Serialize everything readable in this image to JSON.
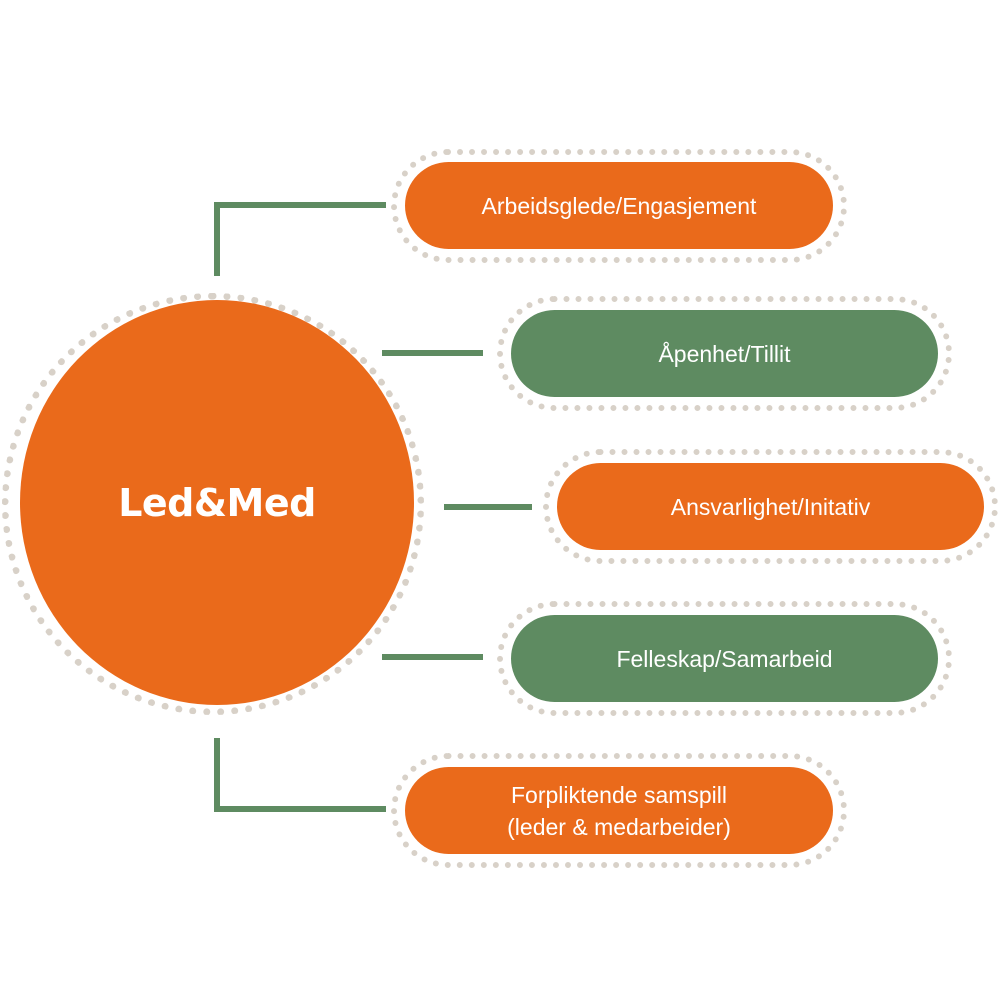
{
  "hub": {
    "label": "Led&Med",
    "color": "#ea6a1b"
  },
  "colors": {
    "orange": "#ea6a1b",
    "green": "#5e8b61",
    "dotted_ring": "#d8d1c8",
    "connector": "#5e8b61"
  },
  "items": [
    {
      "label": "Arbeidsglede/Engasjement",
      "color": "orange"
    },
    {
      "label": "Åpenhet/Tillit",
      "color": "green"
    },
    {
      "label": "Ansvarlighet/Initativ",
      "color": "orange"
    },
    {
      "label": "Felleskap/Samarbeid",
      "color": "green"
    },
    {
      "label": "Forpliktende samspill\n(leder & medarbeider)",
      "color": "orange"
    }
  ]
}
